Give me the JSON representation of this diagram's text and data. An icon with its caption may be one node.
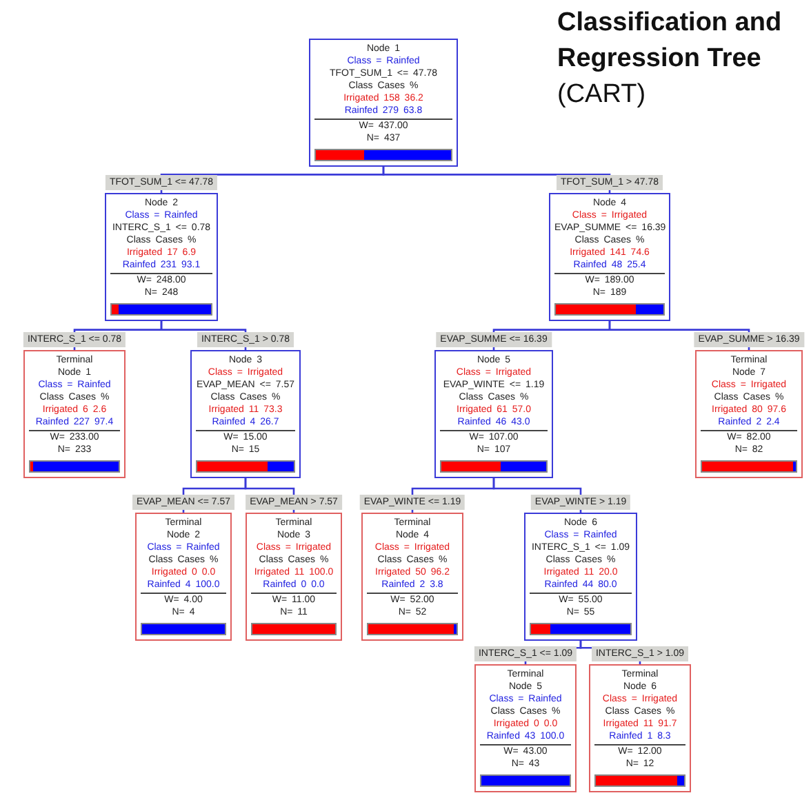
{
  "diagram": {
    "title": "**Classification and Regression Tree** (CART)",
    "nodes": [
      {
        "text": [
          "Node 1",
          "Class = Rainfed",
          "TFOT_SUM_1 <= 47.78",
          "Class Cases %",
          "Irrigated 158 36.2",
          "Rainfed 279 63.8",
          "W= 437.00",
          "N= 437"
        ]
      },
      {
        "text": [
          "Node 2",
          "Class = Rainfed",
          "INTERC_S_1 <= 0.78",
          "Class Cases %",
          "Irrigated 17 6.9",
          "Rainfed 231 93.1",
          "W= 248.00",
          "N= 248"
        ]
      },
      {
        "text": [
          "Node 4",
          "Class = Irrigated",
          "EVAP_SUMME <= 16.39",
          "Class Cases %",
          "Irrigated 141 74.6",
          "Rainfed 48 25.4",
          "W= 189.00",
          "N= 189"
        ]
      },
      {
        "text": [
          "Terminal",
          "Node 1",
          "Class = Rainfed",
          "Class Cases %",
          "Irrigated 6 2.6",
          "Rainfed 227 97.4",
          "W= 233.00",
          "N= 233"
        ]
      },
      {
        "text": [
          "Node 3",
          "Class = Irrigated",
          "EVAP_MEAN <= 7.57",
          "Class Cases %",
          "Irrigated 11 73.3",
          "Rainfed 4 26.7",
          "W= 15.00",
          "N= 15"
        ]
      },
      {
        "text": [
          "Node 5",
          "Class = Irrigated",
          "EVAP_WINTE <= 1.19",
          "Class Cases %",
          "Irrigated 61 57.0",
          "Rainfed 46 43.0",
          "W= 107.00",
          "N= 107"
        ]
      },
      {
        "text": [
          "Terminal",
          "Node 7",
          "Class = Irrigated",
          "Class Cases %",
          "Irrigated 80 97.6",
          "Rainfed 2 2.4",
          "W= 82.00",
          "N= 82"
        ]
      },
      {
        "text": [
          "Terminal",
          "Node 2",
          "Class = Rainfed",
          "Class Cases %",
          "Irrigated 0 0.0",
          "Rainfed 4 100.0",
          "W= 4.00",
          "N= 4"
        ]
      },
      {
        "text": [
          "Terminal",
          "Node 3",
          "Class = Irrigated",
          "Class Cases %",
          "Irrigated 11 100.0",
          "Rainfed 0 0.0",
          "W= 11.00",
          "N= 11"
        ]
      },
      {
        "text": [
          "Terminal",
          "Node 4",
          "Class = Irrigated",
          "Class Cases %",
          "Irrigated 50 96.2",
          "Rainfed 2 3.8",
          "W= 52.00",
          "N= 52"
        ]
      },
      {
        "text": [
          "Node 6",
          "Class = Rainfed",
          "INTERC_S_1 <= 1.09",
          "Class Cases %",
          "Irrigated 11 20.0",
          "Rainfed 44 80.0",
          "W= 55.00",
          "N= 55"
        ]
      },
      {
        "text": [
          "Terminal",
          "Node 5",
          "Class = Rainfed",
          "Class Cases %",
          "Irrigated 0 0.0",
          "Rainfed 43 100.0",
          "W= 43.00",
          "N= 43"
        ]
      },
      {
        "text": [
          "Terminal",
          "Node 6",
          "Class = Irrigated",
          "Class Cases %",
          "Irrigated 11 91.7",
          "Rainfed 1 8.3",
          "W= 12.00",
          "N= 12"
        ]
      }
    ],
    "edges": [
      {
        "from": 0,
        "to": 1,
        "arrow": "none",
        "label": "TFOT_SUM_1 <= 47.78"
      },
      {
        "from": 0,
        "to": 2,
        "arrow": "none",
        "label": "TFOT_SUM_1 > 47.78"
      },
      {
        "from": 1,
        "to": 3,
        "arrow": "none",
        "label": "INTERC_S_1 <= 0.78"
      },
      {
        "from": 1,
        "to": 4,
        "arrow": "none",
        "label": "INTERC_S_1 > 0.78"
      },
      {
        "from": 2,
        "to": 5,
        "arrow": "none",
        "label": "EVAP_SUMME <= 16.39"
      },
      {
        "from": 2,
        "to": 6,
        "arrow": "none",
        "label": "EVAP_SUMME > 16.39"
      },
      {
        "from": 4,
        "to": 7,
        "arrow": "none",
        "label": "EVAP_MEAN <= 7.57"
      },
      {
        "from": 4,
        "to": 8,
        "arrow": "none",
        "label": "EVAP_MEAN > 7.57"
      },
      {
        "from": 5,
        "to": 9,
        "arrow": "none",
        "label": "EVAP_WINTE <= 1.19"
      },
      {
        "from": 5,
        "to": 10,
        "arrow": "none",
        "label": "EVAP_WINTE > 1.19"
      },
      {
        "from": 10,
        "to": 11,
        "arrow": "none",
        "label": "INTERC_S_1 <= 1.09"
      },
      {
        "from": 10,
        "to": 12,
        "arrow": "none",
        "label": "INTERC_S_1 > 1.09"
      }
    ]
  }
}
